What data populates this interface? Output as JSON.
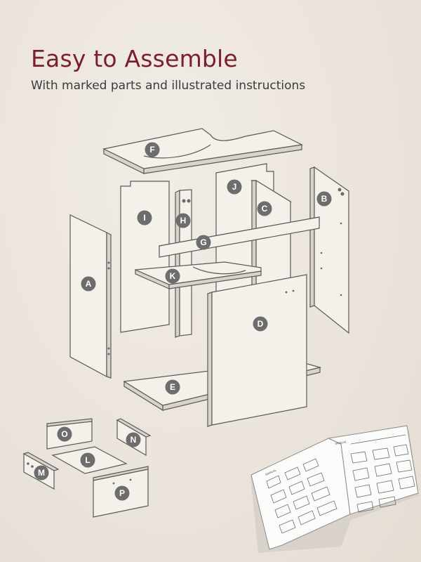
{
  "header": {
    "title": "Easy to Assemble",
    "subtitle": "With marked parts and illustrated instructions"
  },
  "parts": {
    "F": "F",
    "J": "J",
    "B": "B",
    "I": "I",
    "H": "H",
    "C": "C",
    "G": "G",
    "A": "A",
    "K": "K",
    "D": "D",
    "E": "E",
    "O": "O",
    "N": "N",
    "L": "L",
    "M": "M",
    "P": "P"
  },
  "manual": {
    "left_page_header": "MANUAL",
    "right_page_header": "MANUAL"
  },
  "colors": {
    "title": "#7a1f2b",
    "badge": "#6d6d6d",
    "background": "#ece6df"
  }
}
